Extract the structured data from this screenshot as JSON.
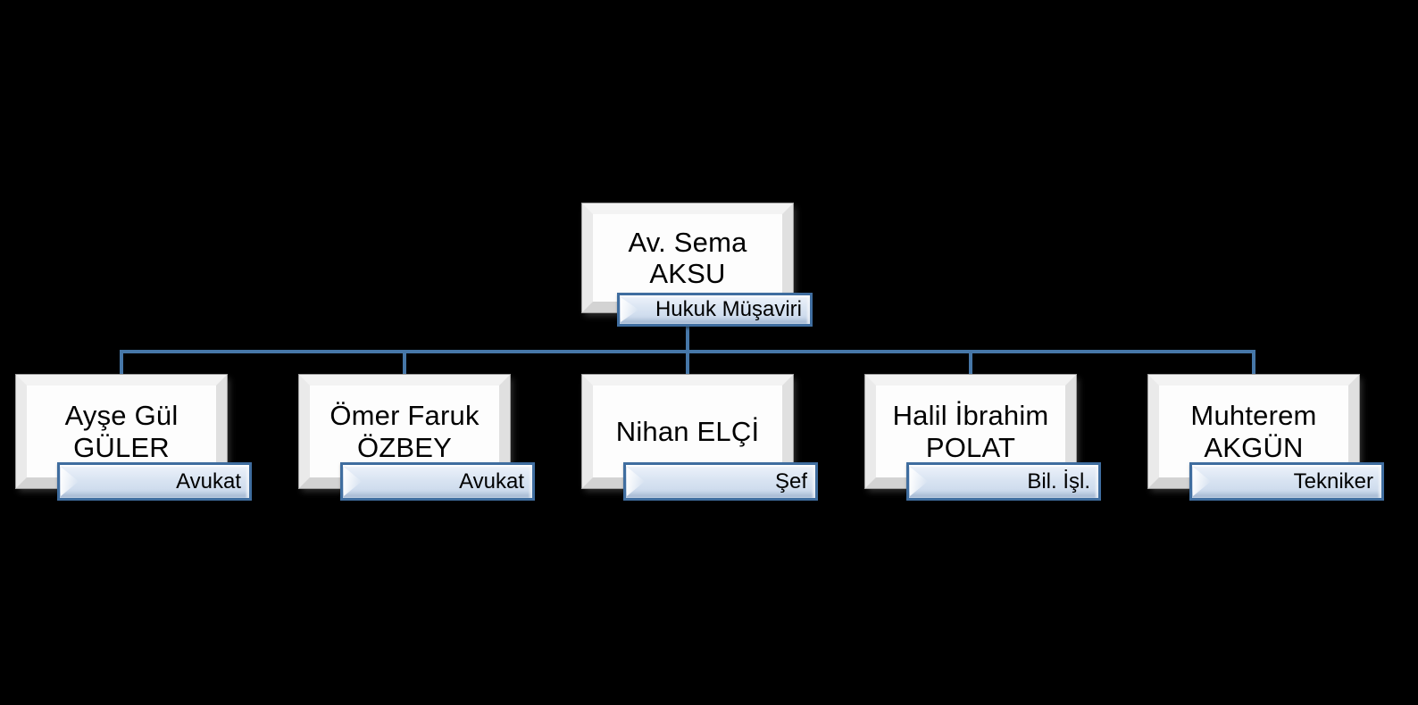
{
  "diagram": {
    "type": "org-chart",
    "background_color": "#000000",
    "connector_color": "#4677a8",
    "box_fill_color": "#fdfdfd",
    "badge_fill_color": "#d9e4f2",
    "badge_border_color": "#3f6d9f",
    "text_color": "#000000",
    "root": {
      "name": "Av. Sema\nAKSU",
      "title": "Hukuk Müşaviri"
    },
    "children": [
      {
        "name": "Ayşe Gül\nGÜLER",
        "title": "Avukat"
      },
      {
        "name": "Ömer Faruk\nÖZBEY",
        "title": "Avukat"
      },
      {
        "name": "Nihan ELÇİ",
        "title": "Şef"
      },
      {
        "name": "Halil İbrahim\nPOLAT",
        "title": "Bil. İşl."
      },
      {
        "name": "Muhterem\nAKGÜN",
        "title": "Tekniker"
      }
    ]
  }
}
